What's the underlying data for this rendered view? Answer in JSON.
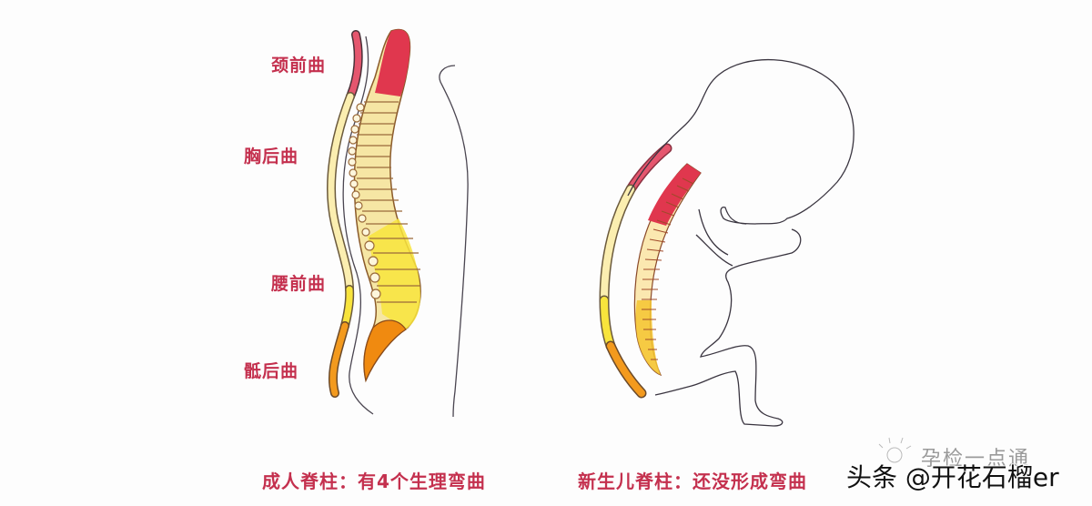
{
  "adult": {
    "curve_labels": [
      {
        "text": "颈前曲",
        "region": "cervical"
      },
      {
        "text": "胸后曲",
        "region": "thoracic"
      },
      {
        "text": "腰前曲",
        "region": "lumbar"
      },
      {
        "text": "骶后曲",
        "region": "sacral"
      }
    ],
    "caption": "成人脊柱：有4个生理弯曲"
  },
  "newborn": {
    "caption": "新生儿脊柱：还没形成弯曲"
  },
  "colors": {
    "cervical": "#e5566e",
    "thoracic": "#fbeeb0",
    "lumbar": "#f8e43c",
    "sacral": "#f39a1e",
    "label_text": "#c4304e",
    "outline": "#4a4550"
  },
  "watermark": {
    "main": "头条 @开花石榴er",
    "sub": "孕检一点通"
  }
}
